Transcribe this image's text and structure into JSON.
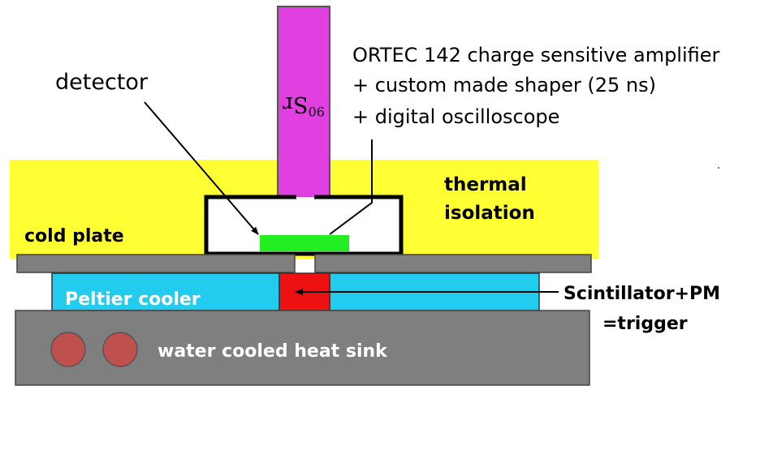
{
  "labels": {
    "source": "90Sr",
    "source_isotope_mass": "90",
    "source_element": "Sr",
    "amplifier_line1": "ORTEC 142 charge sensitive amplifier",
    "amplifier_line2": "+ custom made shaper (25 ns)",
    "amplifier_line3": "+ digital oscilloscope",
    "detector": "detector",
    "thermal_line1": "thermal",
    "thermal_line2": "isolation",
    "cold_plate": "cold plate",
    "peltier": "Peltier cooler",
    "scintillator": "Scintillator+PM",
    "trigger": "=trigger",
    "heat_sink": "water cooled heat sink"
  },
  "colors": {
    "source": "#e040e0",
    "thermal_isolation": "#ffff33",
    "detector": "#22ee22",
    "cold_plate": "#7f7f7f",
    "peltier": "#22ccee",
    "scintillator": "#ee1111",
    "heat_sink": "#7f7f7f",
    "water_pipes": "#c0504d",
    "outline": "#000000",
    "light_text": "#ffffff",
    "dark_text": "#000000"
  }
}
